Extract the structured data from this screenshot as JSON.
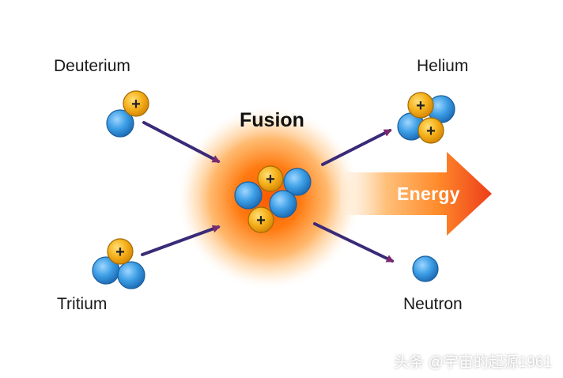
{
  "labels": {
    "deuterium": "Deuterium",
    "tritium": "Tritium",
    "helium": "Helium",
    "neutron": "Neutron",
    "fusion": "Fusion",
    "energy": "Energy",
    "proton_symbol": "+"
  },
  "watermark": "头条 @宇宙的起源1961",
  "colors": {
    "proton": "#f6b21c",
    "neutron": "#3d9fe6",
    "arrow": "#4a2a6e",
    "energy_arrow_start": "#ffd9a6",
    "energy_arrow_end": "#f0501e",
    "glow_core": "#ff6a00"
  }
}
